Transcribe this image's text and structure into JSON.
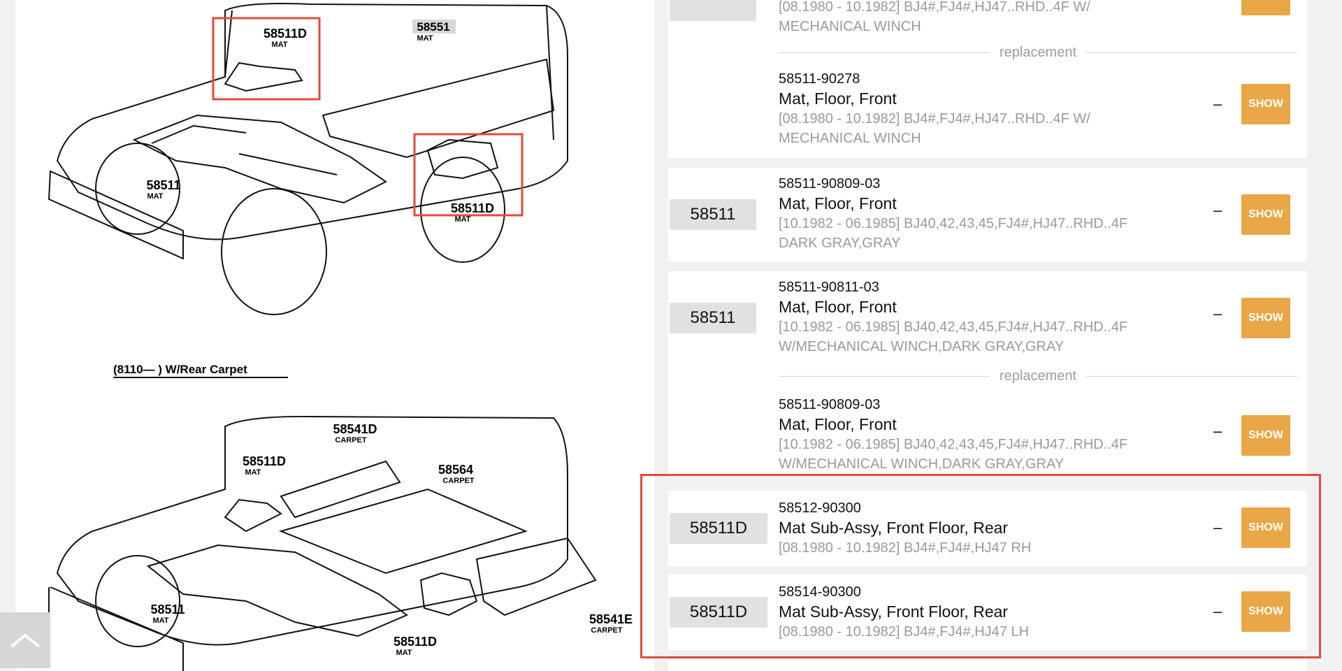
{
  "diagram": {
    "labels": {
      "top_58511d_a": "58511D",
      "top_mat_a": "MAT",
      "top_58551": "58551",
      "top_mat_b": "MAT",
      "top_58511": "58511",
      "top_mat_c": "MAT",
      "top_58511d_b": "58511D",
      "top_mat_d": "MAT",
      "caption": "(8110—        ) W/Rear Carpet",
      "bot_58541d": "58541D",
      "bot_carpet_a": "CARPET",
      "bot_58511d_a": "58511D",
      "bot_mat_a": "MAT",
      "bot_58564": "58564",
      "bot_carpet_b": "CARPET",
      "bot_58511": "58511",
      "bot_mat_b": "MAT",
      "bot_58511d_b": "58511D",
      "bot_mat_c": "MAT",
      "bot_58541e": "58541E",
      "bot_carpet_c": "CARPET"
    },
    "highlight_color": "#e14b3d"
  },
  "scroll_top": {
    "icon": "chevron-up-icon"
  },
  "parts_list": {
    "groups": [
      {
        "rows": [
          {
            "ref": "",
            "desc": "[08.1980 - 10.1982] BJ4#,FJ4#,HJ47..RHD..4F W/ MECHANICAL WINCH"
          },
          {
            "separator": "replacement"
          },
          {
            "ref": "",
            "part_no": "58511-90278",
            "name": "Mat, Floor, Front",
            "desc": "[08.1980 - 10.1982] BJ4#,FJ4#,HJ47..RHD..4F W/ MECHANICAL WINCH",
            "qty": "–",
            "button": "SHOW"
          }
        ]
      },
      {
        "rows": [
          {
            "ref": "58511",
            "part_no": "58511-90809-03",
            "name": "Mat, Floor, Front",
            "desc": "[10.1982 - 06.1985] BJ40,42,43,45,FJ4#,HJ47..RHD..4F DARK GRAY,GRAY",
            "qty": "–",
            "button": "SHOW"
          }
        ]
      },
      {
        "rows": [
          {
            "ref": "58511",
            "part_no": "58511-90811-03",
            "name": "Mat, Floor, Front",
            "desc": "[10.1982 - 06.1985] BJ40,42,43,45,FJ4#,HJ47..RHD..4F W/MECHANICAL WINCH,DARK GRAY,GRAY",
            "qty": "–",
            "button": "SHOW"
          },
          {
            "separator": "replacement"
          },
          {
            "ref": "",
            "part_no": "58511-90809-03",
            "name": "Mat, Floor, Front",
            "desc": "[10.1982 - 06.1985] BJ40,42,43,45,FJ4#,HJ47..RHD..4F W/MECHANICAL WINCH,DARK GRAY,GRAY",
            "qty": "–",
            "button": "SHOW"
          }
        ]
      },
      {
        "rows": [
          {
            "ref": "58511D",
            "part_no": "58512-90300",
            "name": "Mat Sub-Assy, Front Floor, Rear",
            "desc": "[08.1980 - 10.1982] BJ4#,FJ4#,HJ47 RH",
            "qty": "–",
            "button": "SHOW"
          }
        ]
      },
      {
        "rows": [
          {
            "ref": "58511D",
            "part_no": "58514-90300",
            "name": "Mat Sub-Assy, Front Floor, Rear",
            "desc": "[08.1980 - 10.1982] BJ4#,FJ4#,HJ47 LH",
            "qty": "–",
            "button": "SHOW"
          }
        ]
      }
    ],
    "accent_color": "#e9a748"
  }
}
